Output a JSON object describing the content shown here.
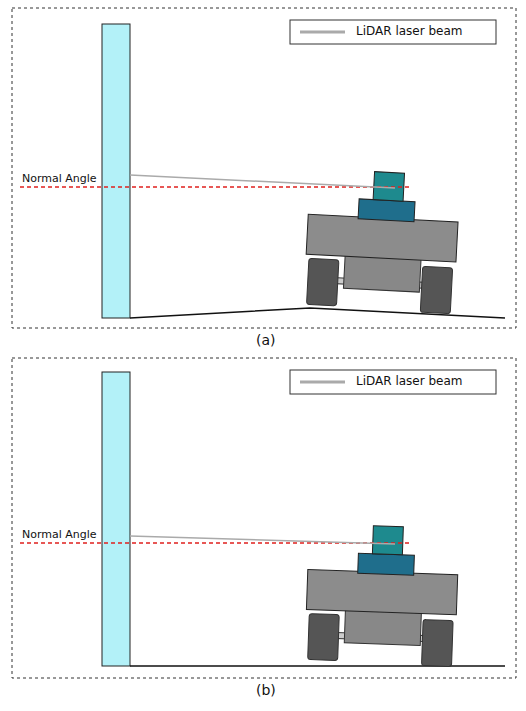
{
  "diagram": {
    "labels": [
      "Normal Angle",
      "(a)",
      "Normal Angle",
      "(b)"
    ],
    "legend": [
      {
        "text": "LiDAR laser beam"
      },
      {
        "text": "LiDAR laser beam"
      }
    ]
  }
}
